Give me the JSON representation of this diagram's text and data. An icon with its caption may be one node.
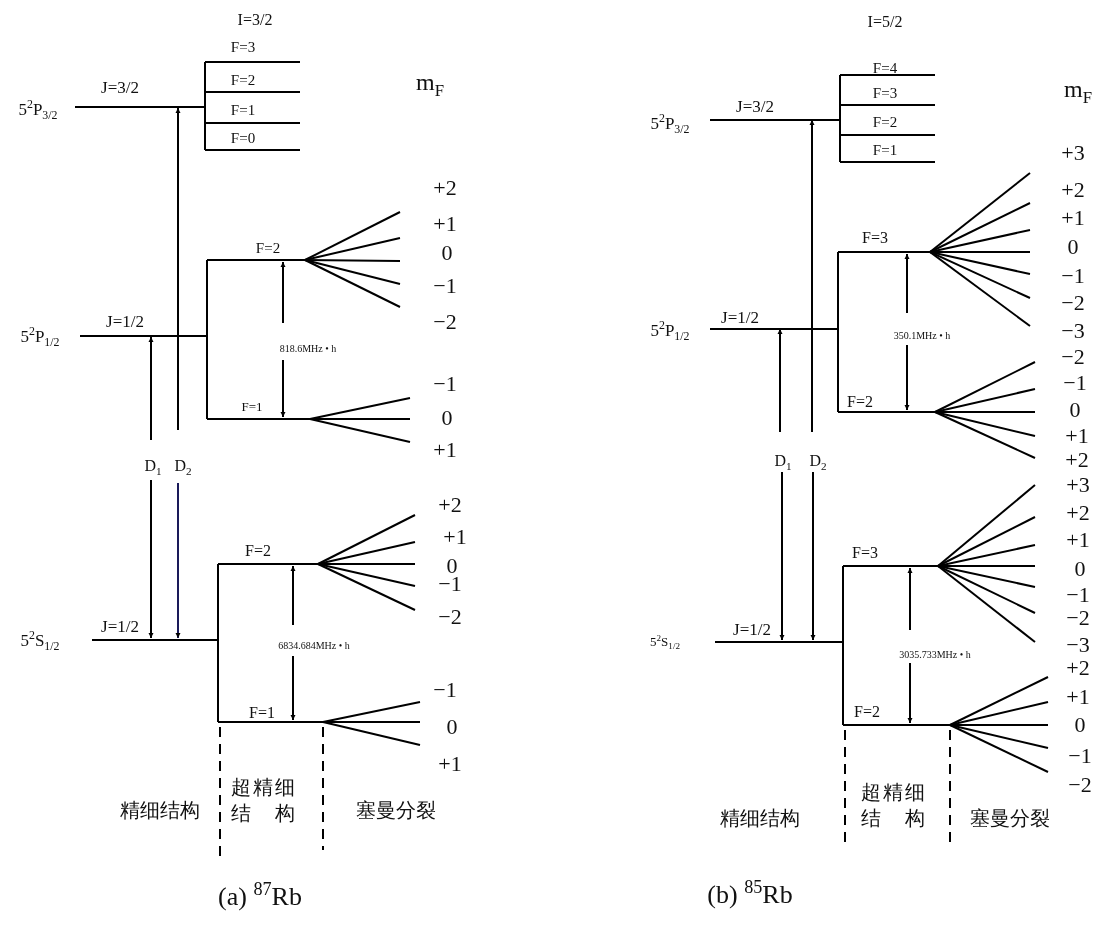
{
  "diagram": {
    "labels": [
      "I=3/2",
      "F=3",
      "J=3/2",
      "F=2",
      "m$_{F}$",
      "5$^{2}$P$_{3/2}$",
      "F=1",
      "F=0",
      "+2",
      "+1",
      "F=2",
      "0",
      "−1",
      "−2",
      "J=1/2",
      "5$^{2}$P$_{1/2}$",
      "818.6MHz • h",
      "−1",
      "F=1",
      "0",
      "+1",
      "D$_{1}$",
      "D$_{2}$",
      "+2",
      "+1",
      "0",
      "−1",
      "−2",
      "F=2",
      "J=1/2",
      "5$^{2}$S$_{1/2}$",
      "6834.684MHz • h",
      "−1",
      "F=1",
      "0",
      "+1",
      "精细结构",
      "超精细结 构",
      "塞曼分裂",
      "(a) $^{87}$Rb",
      "I=5/2",
      "F=4",
      "m$_{F}$",
      "F=3",
      "J=3/2",
      "5$^{2}$P$_{3/2}$",
      "F=2",
      "F=1",
      "+3",
      "+2",
      "+1",
      "F=3",
      "0",
      "−1",
      "−2",
      "J=1/2",
      "5$^{2}$P$_{1/2}$",
      "350.1MHz • h",
      "−3",
      "−2",
      "−1",
      "F=2",
      "0",
      "+1",
      "+2",
      "D$_{1}$",
      "D$_{2}$",
      "+3",
      "+2",
      "+1",
      "F=3",
      "0",
      "−1",
      "−2",
      "J=1/2",
      "5$^{2}$S$_{1/2}$",
      "−3",
      "3035.733MHz • h",
      "+2",
      "+1",
      "F=2",
      "0",
      "−1",
      "−2",
      "精细结构",
      "超精细结 构",
      "塞曼分裂",
      "(b) $^{85}$Rb"
    ]
  }
}
